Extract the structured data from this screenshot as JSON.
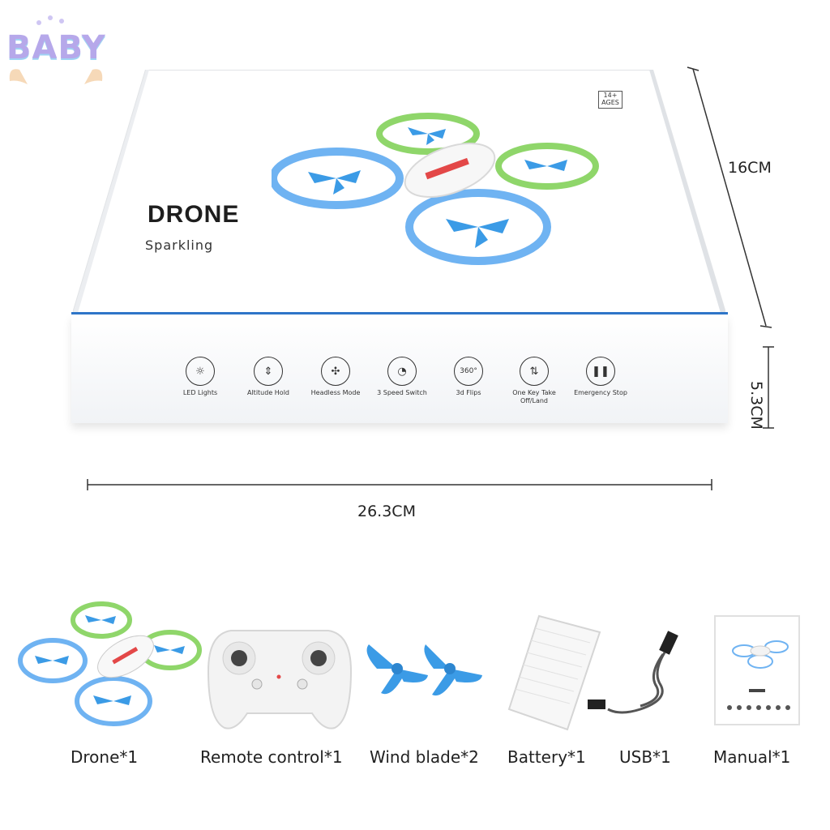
{
  "logo": {
    "text": "BABY"
  },
  "box": {
    "brand": "DRONE",
    "subtitle": "Sparkling",
    "age_badge_top": "14+",
    "age_badge_bottom": "AGES",
    "features": [
      {
        "icon": "led-lights-icon",
        "label": "LED Lights"
      },
      {
        "icon": "altitude-hold-icon",
        "label": "Altitude Hold"
      },
      {
        "icon": "headless-mode-icon",
        "label": "Headless Mode"
      },
      {
        "icon": "speed-switch-icon",
        "label": "3 Speed Switch"
      },
      {
        "icon": "flips-icon",
        "label": "3d Flips"
      },
      {
        "icon": "takeoff-land-icon",
        "label": "One Key Take Off/Land"
      },
      {
        "icon": "emergency-stop-icon",
        "label": "Emergency Stop"
      }
    ]
  },
  "dimensions": {
    "height": "16CM",
    "depth": "5.3CM",
    "width": "26.3CM"
  },
  "items": [
    {
      "label": "Drone*1"
    },
    {
      "label": "Remote control*1"
    },
    {
      "label": "Wind blade*2"
    },
    {
      "label": "Battery*1"
    },
    {
      "label": "USB*1"
    },
    {
      "label": "Manual*1"
    }
  ],
  "colors": {
    "stripe": "#2f76c9",
    "propeller": "#3b9be6",
    "blue_ring": "#6fb3f2",
    "green_ring": "#8fd66a"
  }
}
